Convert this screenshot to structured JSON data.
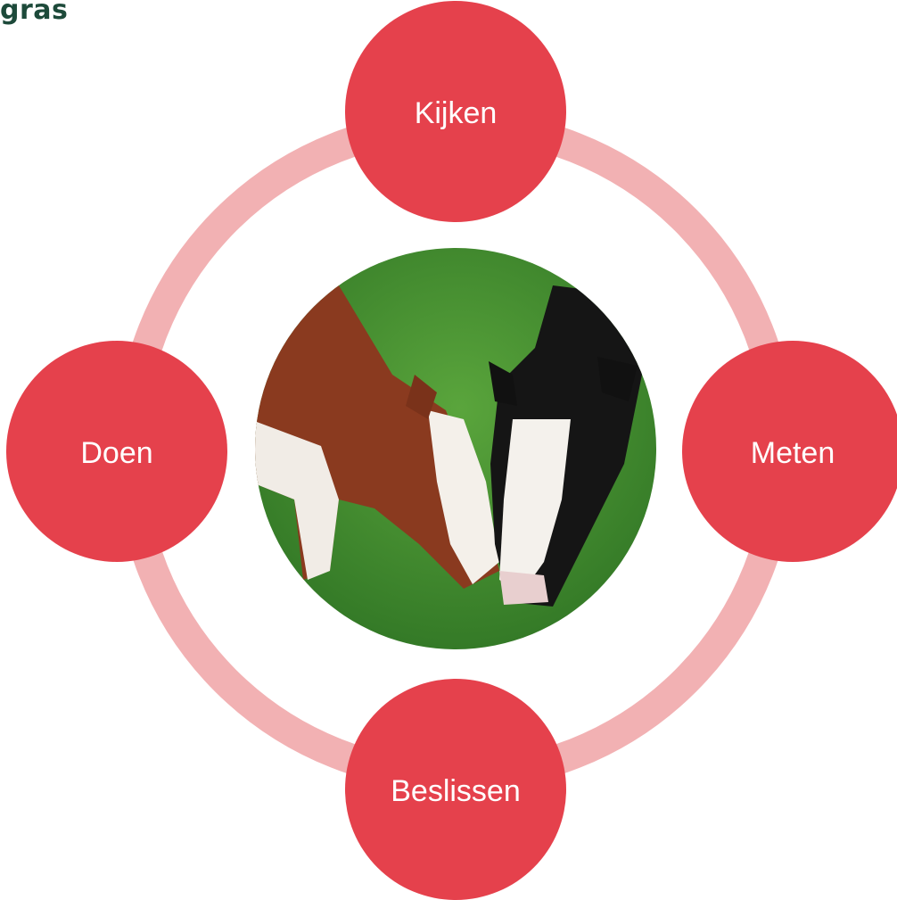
{
  "heading": "gras",
  "colors": {
    "node": "#e5414c",
    "ring": "#f2b1b3",
    "heading": "#1d4a3a",
    "grass": "#3e8e2d"
  },
  "center_image": {
    "description_icon": "cows-grazing-photo"
  },
  "nodes": [
    {
      "id": "kijken",
      "label": "Kijken"
    },
    {
      "id": "meten",
      "label": "Meten"
    },
    {
      "id": "beslissen",
      "label": "Beslissen"
    },
    {
      "id": "doen",
      "label": "Doen"
    }
  ]
}
